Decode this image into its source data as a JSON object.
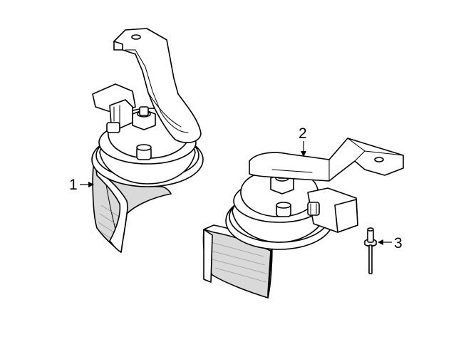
{
  "callouts": [
    {
      "id": "1",
      "label": "1"
    },
    {
      "id": "2",
      "label": "2"
    },
    {
      "id": "3",
      "label": "3"
    }
  ],
  "colors": {
    "line": "#000000",
    "shade": "#d9d9d9",
    "background": "#ffffff"
  }
}
